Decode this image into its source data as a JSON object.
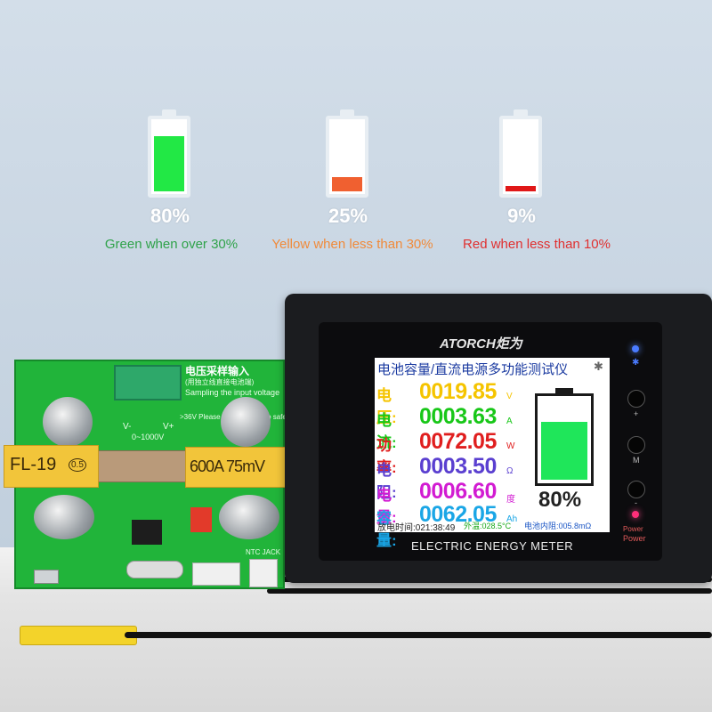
{
  "legend": [
    {
      "percent": "80%",
      "caption": "Green when over 30%",
      "fill_fraction": 0.8,
      "fill_color": "#22e845",
      "caption_color": "#2fa24a"
    },
    {
      "percent": "25%",
      "caption": "Yellow when less than 30%",
      "fill_fraction": 0.2,
      "fill_color": "#f06030",
      "caption_color": "#f08a3a"
    },
    {
      "percent": "9%",
      "caption": "Red when less than 10%",
      "fill_fraction": 0.08,
      "fill_color": "#e01818",
      "caption_color": "#e03030"
    }
  ],
  "meter": {
    "brand": "ATORCH",
    "brand_cn": "炬为",
    "screen_title": "电池容量/直流电源多功能测试仪",
    "readings": [
      {
        "label": "电压:",
        "value": "0019.85",
        "unit": "V",
        "color": "#f5c400"
      },
      {
        "label": "电流:",
        "value": "0003.63",
        "unit": "A",
        "color": "#18c718"
      },
      {
        "label": "功率:",
        "value": "0072.05",
        "unit": "W",
        "color": "#e01e1e"
      },
      {
        "label": "电阻:",
        "value": "0003.50",
        "unit": "Ω",
        "color": "#5a3fd0"
      },
      {
        "label": "电量:",
        "value": "0006.60",
        "unit": "度",
        "color": "#d21bd2"
      },
      {
        "label": "容量:",
        "value": "0062.05",
        "unit": "Ah",
        "color": "#1aa6e6"
      }
    ],
    "battery_percent": "80%",
    "battery_fill_fraction": 0.72,
    "footer_time": "放电时间:021:38:49",
    "footer_temp": "外温:028.5°C",
    "footer_resistance": "电池内阻:005.8mΩ",
    "product_name": "ELECTRIC ENERGY METER",
    "btn_plus": "+",
    "btn_m": "M",
    "btn_minus": "-",
    "power_cn": "Power",
    "power_en": "Power"
  },
  "pcb": {
    "title_cn": "电压采样输入",
    "subtitle_cn": "(用独立线直接电池端)",
    "sampling": "Sampling the input voltage",
    "range": "0~1000V",
    "v_minus": "V-",
    "v_plus": "V+",
    "warning": ">36V Please pay attention to safety!",
    "fuse_label": "FL-19",
    "fuse_mark": "0.5",
    "shunt_label": "600A 75mV",
    "ntc": "NTC JACK"
  }
}
